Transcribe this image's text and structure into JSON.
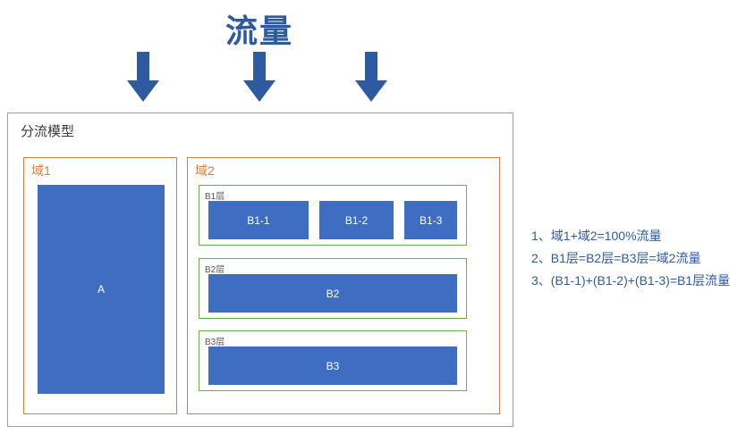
{
  "title": "流量",
  "model": {
    "label": "分流模型",
    "domain1": {
      "label": "域1",
      "box_a": "A"
    },
    "domain2": {
      "label": "域2",
      "layers": [
        {
          "label": "B1层",
          "boxes": [
            "B1-1",
            "B1-2",
            "B1-3"
          ]
        },
        {
          "label": "B2层",
          "boxes": [
            "B2"
          ]
        },
        {
          "label": "B3层",
          "boxes": [
            "B3"
          ]
        }
      ]
    }
  },
  "notes": [
    "1、域1+域2=100%流量",
    "2、B1层=B2层=B3层=域2流量",
    "3、(B1-1)+(B1-2)+(B1-3)=B1层流量"
  ],
  "colors": {
    "box_blue": "#3e6dc1",
    "text_blue": "#2e5b9f",
    "orange": "#e07b39",
    "green": "#70ad47",
    "border_gray": "#9e9e9e"
  }
}
